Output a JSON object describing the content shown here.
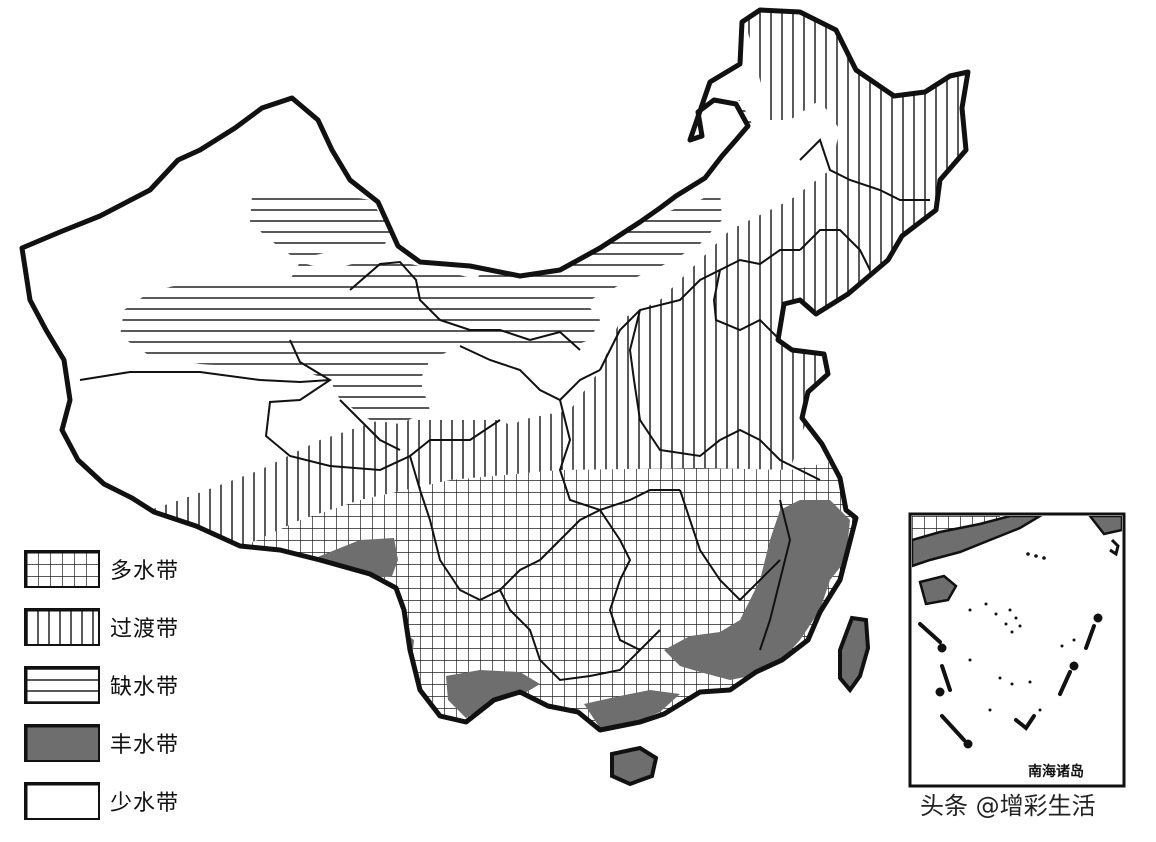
{
  "legend": {
    "items": [
      {
        "id": "duoshui",
        "label": "多水带",
        "pattern": "grid"
      },
      {
        "id": "guodu",
        "label": "过渡带",
        "pattern": "vertical"
      },
      {
        "id": "queshui",
        "label": "缺水带",
        "pattern": "horizontal"
      },
      {
        "id": "fengshui",
        "label": "丰水带",
        "pattern": "solid"
      },
      {
        "id": "shaoshui",
        "label": "少水带",
        "pattern": "blank"
      }
    ]
  },
  "inset": {
    "label": "南海诸岛"
  },
  "watermark": {
    "text": "头条 @增彩生活"
  },
  "colors": {
    "outline": "#111111",
    "fengshui_fill": "#6e6e6e",
    "background": "#ffffff"
  }
}
